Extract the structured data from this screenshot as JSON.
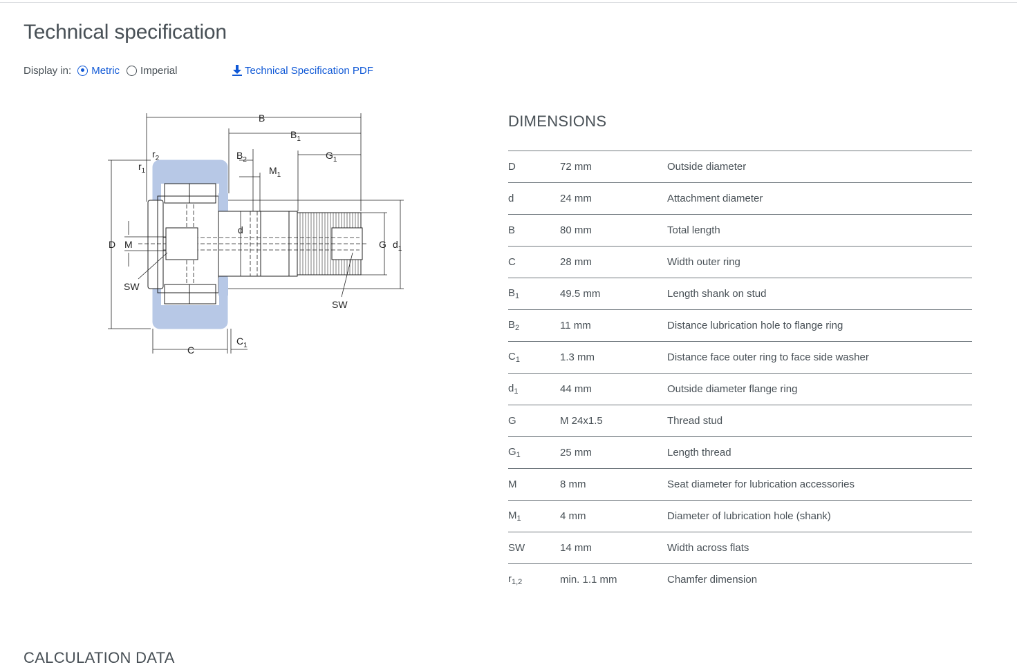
{
  "page": {
    "title": "Technical specification"
  },
  "display": {
    "label": "Display in:",
    "options": [
      {
        "label": "Metric",
        "selected": true
      },
      {
        "label": "Imperial",
        "selected": false
      }
    ]
  },
  "pdf_link": {
    "label": "Technical Specification PDF",
    "icon": "download-icon"
  },
  "drawing": {
    "labels": {
      "B": "B",
      "B1": "B",
      "B1_sub": "1",
      "G1": "G",
      "G1_sub": "1",
      "r2": "r",
      "r2_sub": "2",
      "r1": "r",
      "r1_sub": "1",
      "B2": "B",
      "B2_sub": "2",
      "M1": "M",
      "M1_sub": "1",
      "d": "d",
      "D": "D",
      "M": "M",
      "G": "G",
      "d1": "d",
      "d1_sub": "1",
      "SW_left": "SW",
      "SW_right": "SW",
      "C": "C",
      "C1": "C",
      "C1_sub": "1"
    },
    "colors": {
      "outer_ring": "#b7c8e6",
      "line": "#222222"
    }
  },
  "dimensions": {
    "heading": "DIMENSIONS",
    "rows": [
      {
        "symbol": "D",
        "sub": "",
        "value": "72 mm",
        "description": "Outside diameter"
      },
      {
        "symbol": "d",
        "sub": "",
        "value": "24 mm",
        "description": "Attachment diameter"
      },
      {
        "symbol": "B",
        "sub": "",
        "value": "80 mm",
        "description": "Total length"
      },
      {
        "symbol": "C",
        "sub": "",
        "value": "28 mm",
        "description": "Width outer ring"
      },
      {
        "symbol": "B",
        "sub": "1",
        "value": "49.5 mm",
        "description": "Length shank on stud"
      },
      {
        "symbol": "B",
        "sub": "2",
        "value": "11 mm",
        "description": "Distance lubrication hole to flange ring"
      },
      {
        "symbol": "C",
        "sub": "1",
        "value": "1.3 mm",
        "description": "Distance face outer ring to face side washer"
      },
      {
        "symbol": "d",
        "sub": "1",
        "value": "44 mm",
        "description": "Outside diameter flange ring"
      },
      {
        "symbol": "G",
        "sub": "",
        "value": "M 24x1.5",
        "description": "Thread stud"
      },
      {
        "symbol": "G",
        "sub": "1",
        "value": "25 mm",
        "description": "Length thread"
      },
      {
        "symbol": "M",
        "sub": "",
        "value": "8 mm",
        "description": "Seat diameter for lubrication accessories"
      },
      {
        "symbol": "M",
        "sub": "1",
        "value": "4 mm",
        "description": "Diameter of lubrication hole (shank)"
      },
      {
        "symbol": "SW",
        "sub": "",
        "value": "14 mm",
        "description": "Width across flats"
      },
      {
        "symbol": "r",
        "sub": "1,2",
        "value": "min. 1.1 mm",
        "description": "Chamfer dimension"
      }
    ]
  },
  "calculation": {
    "heading": "CALCULATION DATA"
  },
  "colors": {
    "text": "#485056",
    "link": "#0f58d6",
    "rule": "#6f777d"
  }
}
